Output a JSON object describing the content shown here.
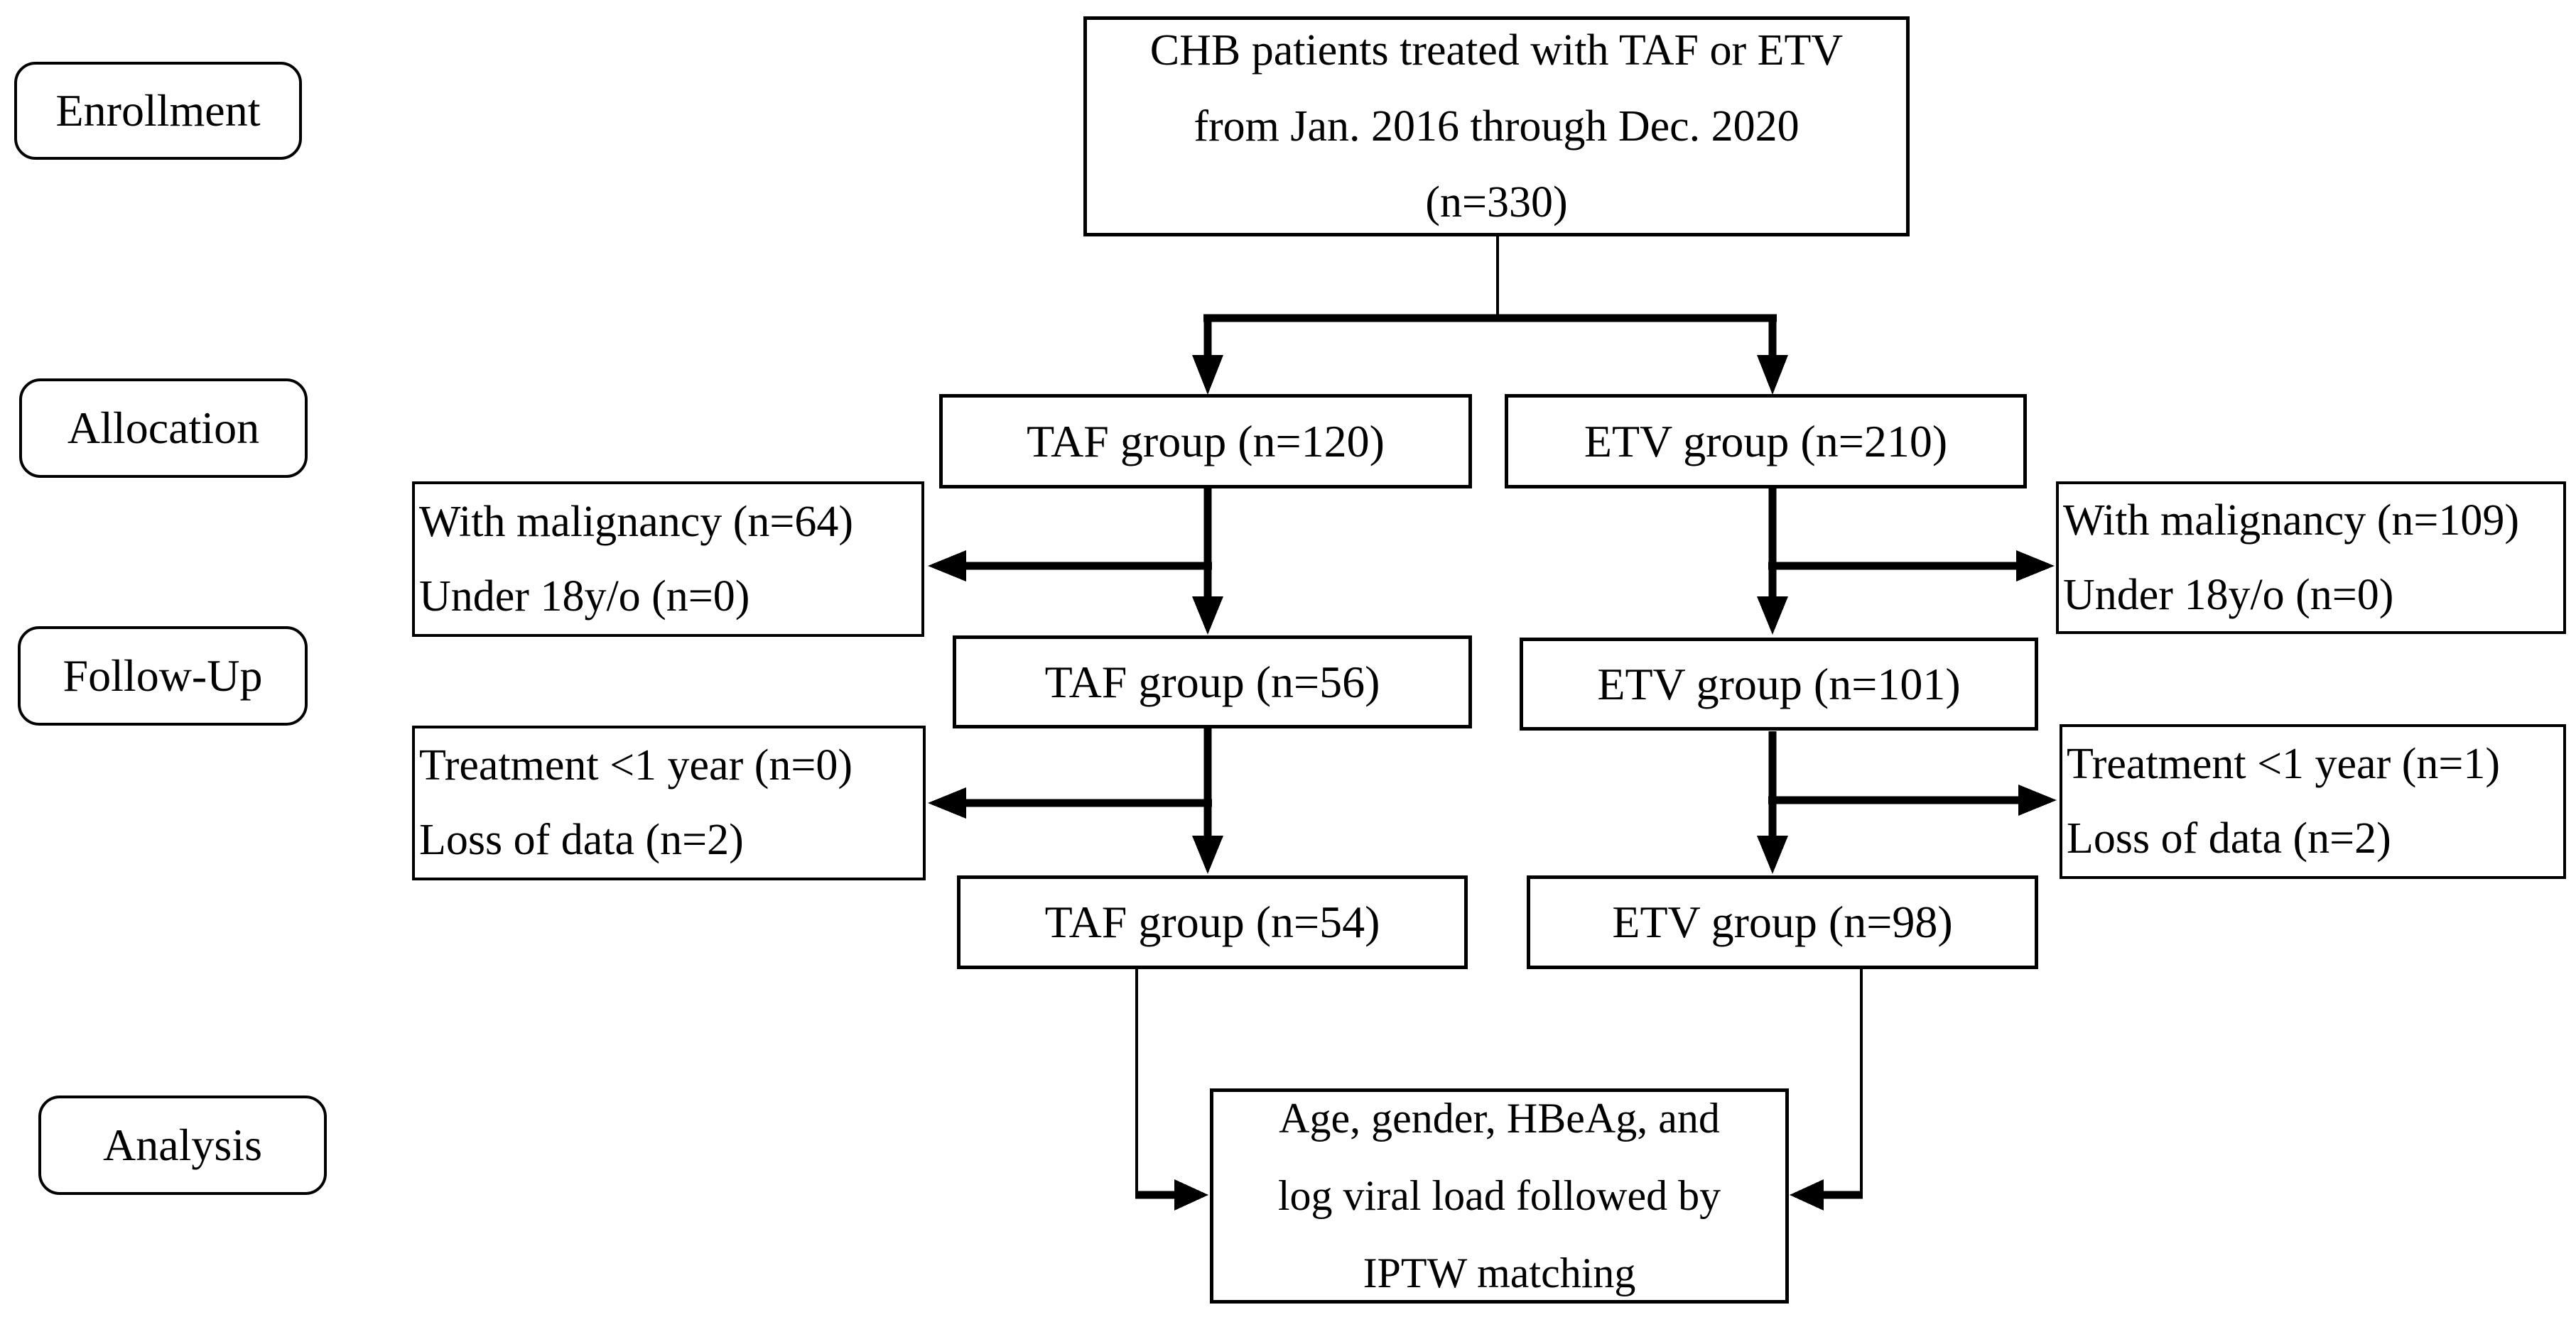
{
  "figure": {
    "background": "#ffffff",
    "line_color": "#000000"
  },
  "stages": [
    {
      "label": "Enrollment"
    },
    {
      "label": "Allocation"
    },
    {
      "label": "Follow-Up"
    },
    {
      "label": "Analysis"
    }
  ],
  "enrollment_box": {
    "line1": "CHB patients treated with TAF or ETV",
    "line2": "from Jan. 2016 through Dec. 2020",
    "line3": "(n=330)"
  },
  "allocation": {
    "taf": "TAF group (n=120)",
    "etv": "ETV group (n=210)"
  },
  "exclusion1": {
    "left": {
      "line1": "With malignancy (n=64)",
      "line2": "Under 18y/o (n=0)"
    },
    "right": {
      "line1": "With malignancy (n=109)",
      "line2": "Under 18y/o (n=0)"
    }
  },
  "followup": {
    "taf": "TAF group (n=56)",
    "etv": "ETV group (n=101)"
  },
  "exclusion2": {
    "left": {
      "line1": "Treatment <1 year (n=0)",
      "line2": "Loss of data (n=2)"
    },
    "right": {
      "line1": "Treatment <1 year (n=1)",
      "line2": "Loss of data (n=2)"
    }
  },
  "final": {
    "taf": "TAF group (n=54)",
    "etv": "ETV group (n=98)"
  },
  "analysis_box": {
    "line1": "Age, gender, HBeAg, and",
    "line2": "log viral load followed by",
    "line3": "IPTW matching"
  }
}
